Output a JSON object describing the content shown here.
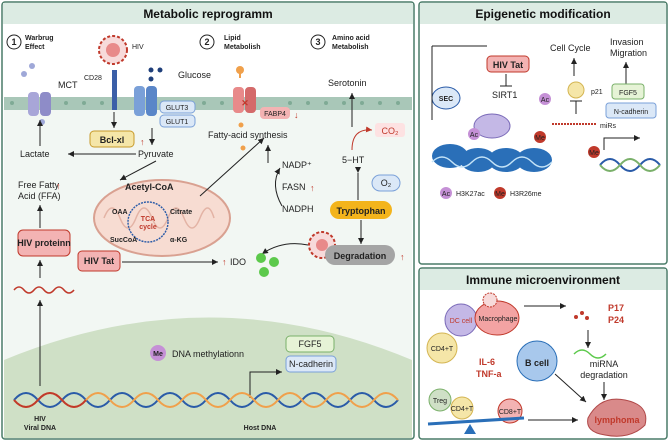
{
  "panels": {
    "metabolic": {
      "title": "Metabolic reprogramm",
      "sections": [
        {
          "num": "1",
          "line1": "Warbrug",
          "line2": "Effect"
        },
        {
          "num": "2",
          "line1": "Lipid",
          "line2": "Metabolish"
        },
        {
          "num": "3",
          "line1": "Amino acid",
          "line2": "Metabolish"
        }
      ],
      "labels": {
        "hiv": "HIV",
        "cd28": "CD28",
        "glucose": "Glucose",
        "mct": "MCT",
        "glut3": "GLUT3",
        "glut1": "GLUT1",
        "fabp4": "FABP4",
        "serotonin": "Serotonin",
        "co2": "CO₂",
        "bclxl": "Bcl-xl",
        "fa_synthesis": "Fatty-acid synthesis",
        "nadp": "NADP⁺",
        "fasn": "FASN",
        "nadph": "NADPH",
        "lactate": "Lactate",
        "pyruvate": "Pyruvate",
        "ht5": "5−HT",
        "o2": "O₂",
        "ffa1": "Free Fatty",
        "ffa2": "Acid (FFA)",
        "acetyl": "Acetyl-CoA",
        "oaa": "OAA",
        "citrate": "Citrate",
        "tca1": "TCA",
        "tca2": "cycle",
        "succoa": "SucCoA",
        "akg": "α-KG",
        "tryptophan": "Tryptophan",
        "hiv_proteinn": "HIV proteinn",
        "hiv_tat": "HIV Tat",
        "ido": "IDO",
        "degradation": "Degradation",
        "me": "Me",
        "dna_methylation": "DNA methylationn",
        "fgf5": "FGF5",
        "ncadherin": "N-cadherin",
        "hiv_viral1": "HIV",
        "hiv_viral2": "Viral DNA",
        "host_dna": "Host DNA"
      }
    },
    "epigenetic": {
      "title": "Epigenetic modification",
      "labels": {
        "sec": "SEC",
        "hiv_tat": "HIV Tat",
        "sirt1": "SIRT1",
        "ac": "Ac",
        "me": "Me",
        "cell_cycle": "Cell Cycle",
        "p21": "p21",
        "mirs": "miRs",
        "invasion": "Invasion",
        "migration": "Migration",
        "fgf5": "FGF5",
        "ncadherin": "N-cadherin",
        "h3k27ac": "H3K27ac",
        "h3r26me": "H3R26me"
      }
    },
    "immune": {
      "title": "Immune microenvironment",
      "labels": {
        "dc_cell": "DC cell",
        "macrophage": "Macrophage",
        "p17": "P17",
        "p24": "P24",
        "cd4t": "CD4+T",
        "il6": "IL-6",
        "tnfa": "TNF-a",
        "bcell": "B cell",
        "mirna1": "miRNA",
        "mirna2": "degradation",
        "treg": "Treg",
        "cd4t2": "CD4+T",
        "cd8t": "CD8+T",
        "lymphoma": "lymphoma"
      }
    }
  },
  "colors": {
    "panel_border": "#4a7c68",
    "panel_header": "#dcebe3",
    "red_accent": "#c0392b",
    "membrane": "#a9c7b8",
    "nucleus": "#cfe0c6",
    "yellow_box": "#f5e6a8",
    "pink_box": "#f3b3b3",
    "orange_box": "#f3b41c",
    "grey_box": "#a5a5a5",
    "blue_box": "#dbe8f7",
    "green_box": "#e6f3d6"
  }
}
